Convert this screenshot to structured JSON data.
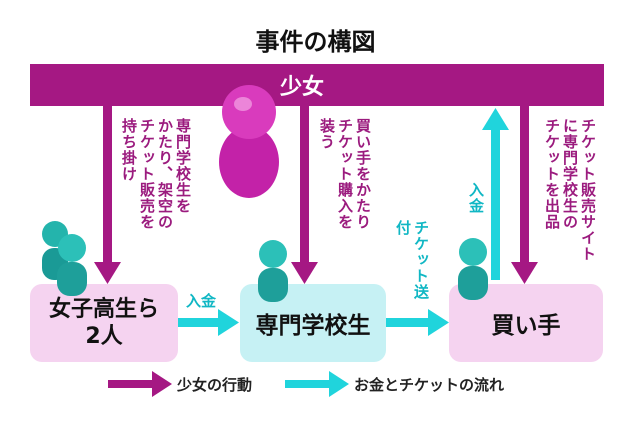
{
  "title": "事件の構図",
  "girl_label": "少女",
  "boxes": {
    "schoolgirls": "女子高生ら\n2人",
    "vocational_student": "専門学校生",
    "buyer": "買い手"
  },
  "annotations": {
    "posing_as_vocational": "専門学校生を\nかたり、架空の\nチケット販売を\n持ち掛け",
    "posing_as_buyer": "買い手をかたり\nチケット購入を\n装う",
    "listed_on_site": "チケット販売サイト\nに専門学校生の\nチケットを出品",
    "payment_1": "入金",
    "payment_2": "入金",
    "ticket_sent": "チケット送付"
  },
  "legend": {
    "girl_action": "少女の行動",
    "money_ticket_flow": "お金とチケットの流れ"
  },
  "colors": {
    "girl_action": "#a51883",
    "money_ticket_flow": "#20d4dc",
    "box_pink": "#f5d3f0",
    "box_cyan": "#c6f1f4"
  }
}
